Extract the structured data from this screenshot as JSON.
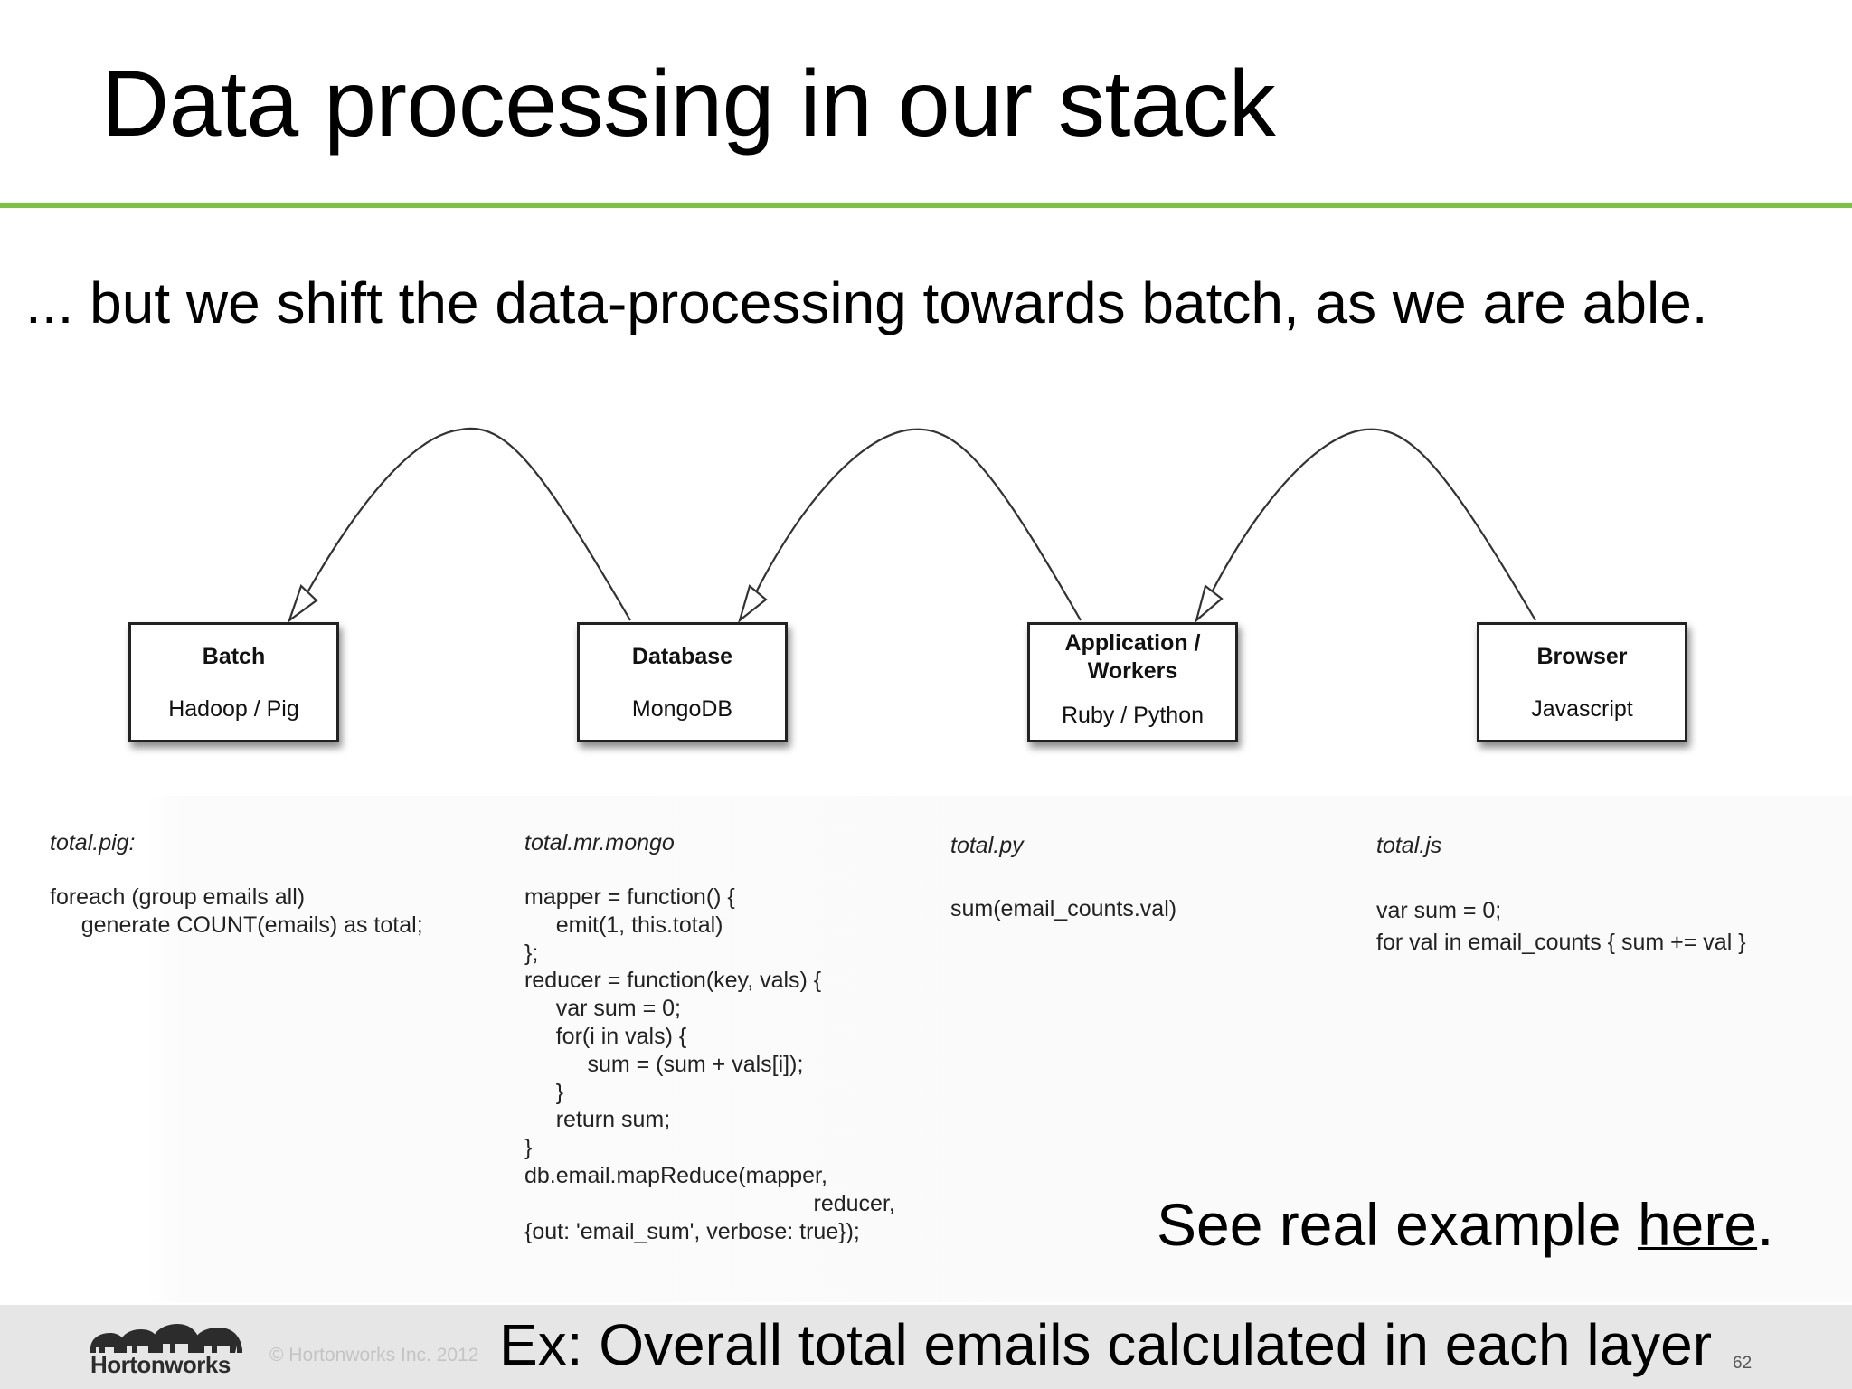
{
  "slide": {
    "title": "Data processing in our stack",
    "subtitle": "... but we shift the data-processing towards batch, as we are able.",
    "page_number": "62"
  },
  "diagram": {
    "boxes": [
      {
        "name": "Batch",
        "tech": "Hadoop / Pig"
      },
      {
        "name": "Database",
        "tech": "MongoDB"
      },
      {
        "name": "Application /\nWorkers",
        "tech": "Ruby / Python"
      },
      {
        "name": "Browser",
        "tech": "Javascript"
      }
    ]
  },
  "code_samples": [
    {
      "file": "total.pig:",
      "code": "foreach (group emails all)\n     generate COUNT(emails) as total;"
    },
    {
      "file": "total.mr.mongo",
      "code": "mapper = function() {\n     emit(1, this.total)\n};\nreducer = function(key, vals) {\n     var sum = 0;\n     for(i in vals) {\n          sum = (sum + vals[i]);\n     }\n     return sum;\n}\ndb.email.mapReduce(mapper,\n                                              reducer,\n{out: 'email_sum', verbose: true});"
    },
    {
      "file": "total.py",
      "code": "sum(email_counts.val)"
    },
    {
      "file": "total.js",
      "code": "var sum = 0;\nfor val in email_counts { sum += val }"
    }
  ],
  "see_example": {
    "prefix": "See real example ",
    "link": "here",
    "suffix": "."
  },
  "footer": {
    "logo_text": "Hortonworks",
    "copyright": "© Hortonworks Inc. 2012",
    "caption": "Ex: Overall total emails calculated in each layer"
  }
}
